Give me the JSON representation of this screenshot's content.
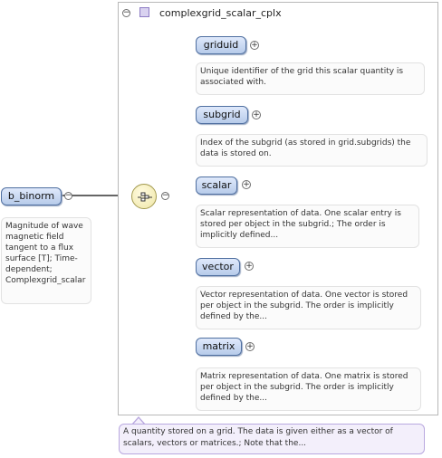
{
  "root": {
    "name": "b_binorm",
    "doc": "Magnitude of wave magnetic field tangent to a flux surface [T]; Time-dependent; Complexgrid_scalar"
  },
  "group": {
    "type_name": "complexgrid_scalar_cplx",
    "doc": "A quantity stored on a grid. The data is given either as a vector of scalars, vectors or matrices.; Note that the..."
  },
  "children": [
    {
      "name": "griduid",
      "doc": "Unique identifier of the grid this scalar quantity is associated with."
    },
    {
      "name": "subgrid",
      "doc": "Index of the subgrid (as stored in grid.subgrids) the data is stored on."
    },
    {
      "name": "scalar",
      "doc": "Scalar representation of data. One scalar entry is stored per object in the subgrid.; The order is implicitly defined..."
    },
    {
      "name": "vector",
      "doc": "Vector representation of data. One vector is stored per object in the subgrid. The order is implicitly defined by the..."
    },
    {
      "name": "matrix",
      "doc": "Matrix representation of data. One matrix is stored per object in the subgrid. The order is implicitly defined by the..."
    }
  ],
  "icons": {
    "collapse": "minus-circle-icon",
    "expand": "plus-circle-icon",
    "sequence": "sequence-compositor-icon",
    "complex_type": "complex-type-icon"
  },
  "symbols": {
    "minus": "−",
    "plus": "+"
  },
  "colors": {
    "element_fill": "#c6d6f2",
    "element_border": "#4f6fa0",
    "type_icon": "#d9d2f0",
    "sequence_fill": "#f4edbf",
    "group_doc_fill": "#f3effb"
  }
}
